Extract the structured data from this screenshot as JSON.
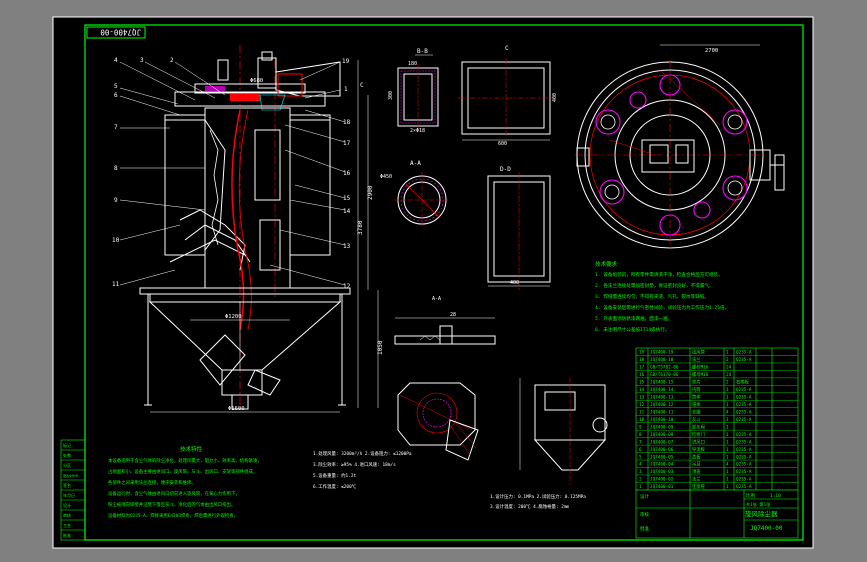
{
  "colors": {
    "viewport_bg": "#808080",
    "sheet_bg": "#000000",
    "frame": "#00ff00",
    "white": "#ffffff",
    "red": "#ff0000",
    "magenta": "#ff00ff",
    "cyan": "#00ffff",
    "yellow": "#ffff00"
  },
  "title_block_code": "JQ7400-00",
  "drawing_number": "JQ7400-00",
  "callouts_left": [
    "4",
    "3",
    "2",
    "5",
    "6",
    "7",
    "8",
    "9",
    "10",
    "11"
  ],
  "callouts_right": [
    "19",
    "1",
    "18",
    "17",
    "16",
    "15",
    "14",
    "13",
    "12"
  ],
  "view_labels": {
    "section_a": "A-A",
    "section_b": "B-B",
    "view_c": "C",
    "view_d": "D-D",
    "direction_c": "C"
  },
  "tech_req_title": "技术要求",
  "tech_req_lines": [
    "1. 设备组装前，所有零件需清洗干净，检查合格后方可组装。",
    "2. 各法兰连接处需加密封垫，保证密封良好，不得漏气。",
    "3. 焊缝需连续均匀，不得有夹渣、气孔、裂纹等缺陷。",
    "4. 设备安装后需进行气密性试验，试验压力为工作压力1.25倍。",
    "5. 外表面涂防锈漆两遍，面漆一遍。",
    "6. 未注明尺寸公差按IT14级执行。"
  ],
  "notes_title": "技术特性",
  "notes_lines": [
    "本设备适用于含尘气体的除尘净化，处理风量大，阻力小，效率高，结构紧凑，",
    "占地面积小。设备主要由进风口、旋风筒、灰斗、出风口、支架等部件组成，",
    "各部件之间采用法兰连接，便于安装和维修。",
    "设备运行时，含尘气体由进风口切向进入旋风筒，在离心力作用下，",
    "粉尘被甩向筒壁并沿壁下落至灰斗，净化后的气体由出风口排出。",
    "设备材料为Q235-A，焊接采用E4303焊条，焊后需进行外观检查。"
  ],
  "spec_lines": [
    "1.处理风量: 3200m³/h    2.设备阻力: ≤1200Pa",
    "3.除尘效率: ≥95%    4.进口风速: 18m/s",
    "5.设备重量: 约1.2t",
    "6.工作温度: ≤200℃"
  ],
  "bottom_spec_lines": [
    "1.设计压力: 0.1MPa   2.试验压力: 0.125MPa",
    "3.设计温度: 200℃    4.腐蚀裕量: 2mm"
  ],
  "bom_rows": [
    [
      "19",
      "JQ7400-19",
      "出风管",
      "1",
      "Q235-A"
    ],
    [
      "18",
      "JQ7400-18",
      "法兰",
      "2",
      "Q235-A"
    ],
    [
      "17",
      "GB/T5782-86",
      "螺栓M16",
      "24",
      ""
    ],
    [
      "16",
      "GB/T6170-86",
      "螺母M16",
      "24",
      ""
    ],
    [
      "15",
      "JQ7400-15",
      "垫片",
      "2",
      "石棉板"
    ],
    [
      "14",
      "JQ7400-14",
      "内筒",
      "1",
      "Q235-A"
    ],
    [
      "13",
      "JQ7400-13",
      "筒体",
      "1",
      "Q235-A"
    ],
    [
      "12",
      "JQ7400-12",
      "锥体",
      "1",
      "Q235-A"
    ],
    [
      "11",
      "JQ7400-11",
      "支腿",
      "4",
      "Q235-A"
    ],
    [
      "10",
      "JQ7400-10",
      "灰斗",
      "1",
      "Q235-A"
    ],
    [
      "9",
      "JQ7400-09",
      "卸灰阀",
      "1",
      ""
    ],
    [
      "8",
      "JQ7400-08",
      "检修门",
      "1",
      "Q235-A"
    ],
    [
      "7",
      "JQ7400-07",
      "进风口",
      "1",
      "Q235-A"
    ],
    [
      "6",
      "JQ7400-06",
      "导流板",
      "1",
      "Q235-A"
    ],
    [
      "5",
      "JQ7400-05",
      "盖板",
      "1",
      "Q235-A"
    ],
    [
      "4",
      "JQ7400-04",
      "吊耳",
      "4",
      "Q235-A"
    ],
    [
      "3",
      "JQ7400-03",
      "顶盖",
      "1",
      "Q235-A"
    ],
    [
      "2",
      "JQ7400-02",
      "法兰",
      "1",
      "Q235-A"
    ],
    [
      "1",
      "JQ7400-01",
      "连接管",
      "1",
      "Q235-A"
    ]
  ],
  "title_block": {
    "name": "旋风除尘器",
    "scale_label": "比例",
    "scale": "1:10",
    "sheet_label": "共1张 第1张",
    "designer_label": "设计",
    "checker_label": "审核",
    "approver_label": "批准"
  },
  "rev_table_rows": [
    "标记",
    "处数",
    "分区",
    "更改文件号",
    "签名",
    "年月日",
    "设计",
    "审核",
    "工艺",
    "批准"
  ],
  "dims": {
    "d_top": "Φ680",
    "d_mid": "Φ1200",
    "d_cone": "Φ1600",
    "h_total": "3780",
    "h_body": "2900",
    "h_cone": "1050",
    "d_plate": "Φ450",
    "b_w": "180",
    "b_h": "300",
    "c_w": "600",
    "c_h": "400",
    "d_big": "2700",
    "section_dim": "28"
  }
}
